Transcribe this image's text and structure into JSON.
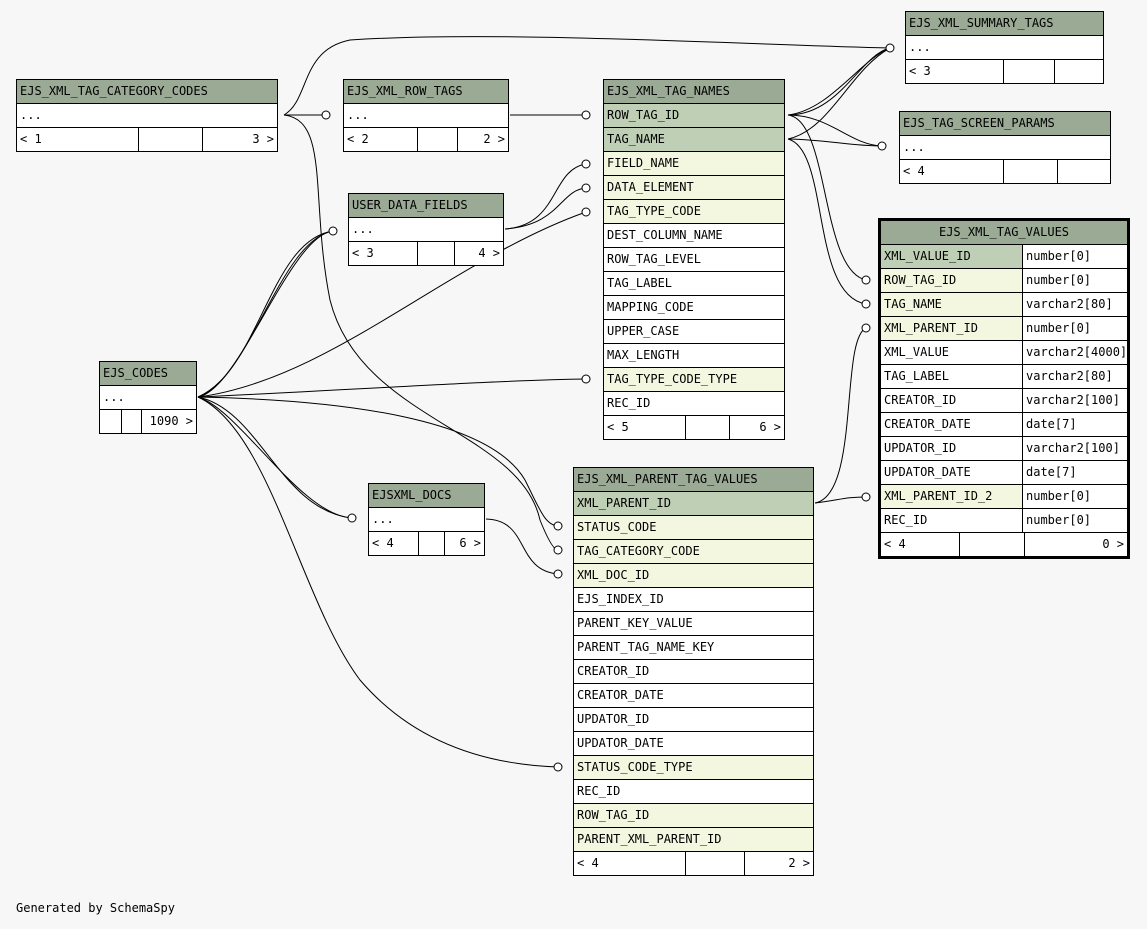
{
  "caption": "Generated by SchemaSpy",
  "tables": {
    "summary_tags": {
      "name": "EJS_XML_SUMMARY_TAGS",
      "body": "...",
      "foot": [
        "< 3",
        "",
        ""
      ]
    },
    "category_codes": {
      "name": "EJS_XML_TAG_CATEGORY_CODES",
      "body": "...",
      "foot": [
        "< 1",
        "",
        "3 >"
      ]
    },
    "row_tags": {
      "name": "EJS_XML_ROW_TAGS",
      "body": "...",
      "foot": [
        "< 2",
        "",
        "2 >"
      ]
    },
    "screen_params": {
      "name": "EJS_TAG_SCREEN_PARAMS",
      "body": "...",
      "foot": [
        "< 4",
        "",
        ""
      ]
    },
    "user_data_fields": {
      "name": "USER_DATA_FIELDS",
      "body": "...",
      "foot": [
        "< 3",
        "",
        "4 >"
      ]
    },
    "ejs_codes": {
      "name": "EJS_CODES",
      "body": "...",
      "foot": [
        "",
        "",
        "1090 >"
      ]
    },
    "docs": {
      "name": "EJSXML_DOCS",
      "body": "...",
      "foot": [
        "< 4",
        "",
        "6 >"
      ]
    },
    "tag_names": {
      "name": "EJS_XML_TAG_NAMES",
      "columns": [
        "ROW_TAG_ID",
        "TAG_NAME",
        "FIELD_NAME",
        "DATA_ELEMENT",
        "TAG_TYPE_CODE",
        "DEST_COLUMN_NAME",
        "ROW_TAG_LEVEL",
        "TAG_LABEL",
        "MAPPING_CODE",
        "UPPER_CASE",
        "MAX_LENGTH",
        "TAG_TYPE_CODE_TYPE",
        "REC_ID"
      ],
      "foot": [
        "< 5",
        "",
        "6 >"
      ]
    },
    "parent_tag_values": {
      "name": "EJS_XML_PARENT_TAG_VALUES",
      "columns": [
        "XML_PARENT_ID",
        "STATUS_CODE",
        "TAG_CATEGORY_CODE",
        "XML_DOC_ID",
        "EJS_INDEX_ID",
        "PARENT_KEY_VALUE",
        "PARENT_TAG_NAME_KEY",
        "CREATOR_ID",
        "CREATOR_DATE",
        "UPDATOR_ID",
        "UPDATOR_DATE",
        "STATUS_CODE_TYPE",
        "REC_ID",
        "ROW_TAG_ID",
        "PARENT_XML_PARENT_ID"
      ],
      "foot": [
        "< 4",
        "",
        "2 >"
      ]
    },
    "tag_values": {
      "name": "EJS_XML_TAG_VALUES",
      "columns": [
        "XML_VALUE_ID",
        "ROW_TAG_ID",
        "TAG_NAME",
        "XML_PARENT_ID",
        "XML_VALUE",
        "TAG_LABEL",
        "CREATOR_ID",
        "CREATOR_DATE",
        "UPDATOR_ID",
        "UPDATOR_DATE",
        "XML_PARENT_ID_2",
        "REC_ID"
      ],
      "types": [
        "number[0]",
        "number[0]",
        "varchar2[80]",
        "number[0]",
        "varchar2[4000]",
        "varchar2[80]",
        "varchar2[100]",
        "date[7]",
        "varchar2[100]",
        "date[7]",
        "number[0]",
        "number[0]"
      ],
      "foot": [
        "< 4",
        "",
        "0 >"
      ]
    }
  }
}
